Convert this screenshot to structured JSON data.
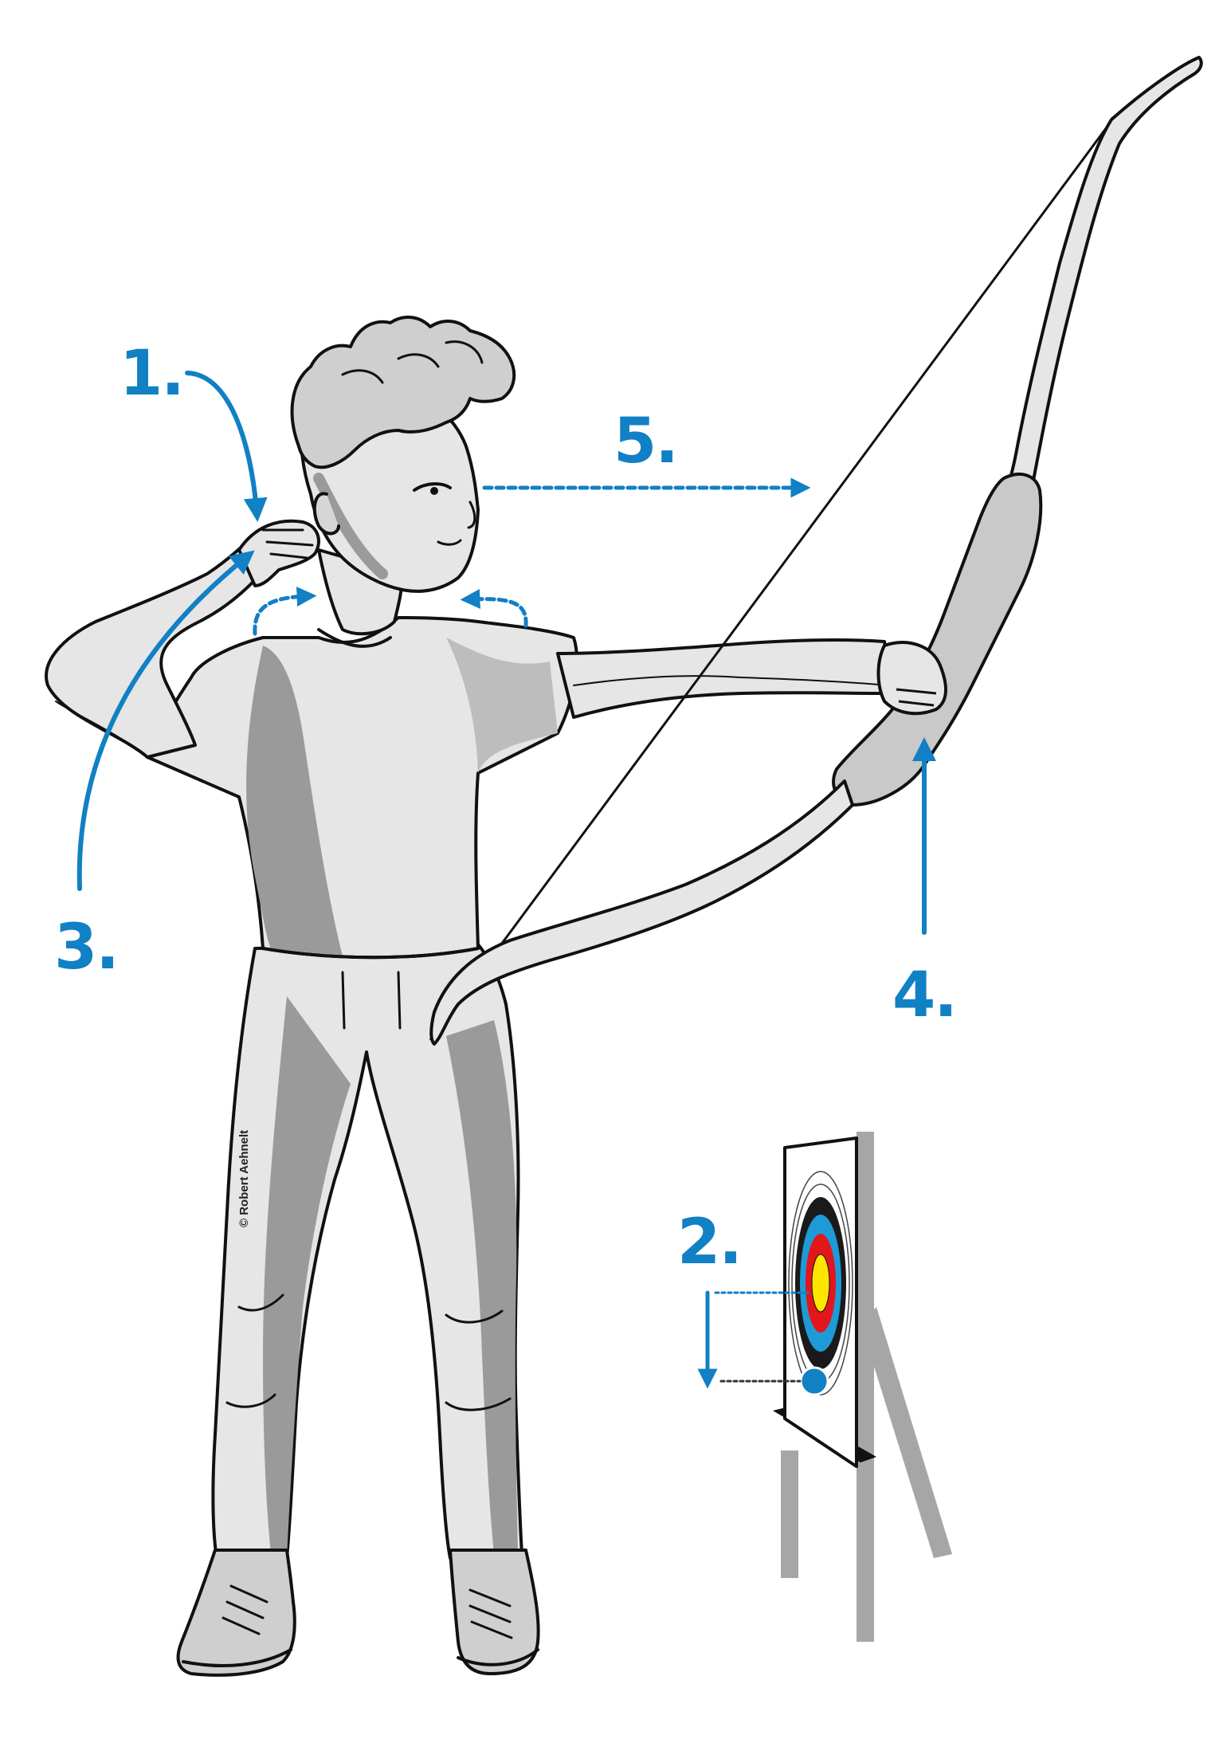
{
  "steps": {
    "step1": "1.",
    "step2": "2.",
    "step3": "3.",
    "step4": "4.",
    "step5": "5."
  },
  "credit": "© Robert Aehnelt",
  "colors": {
    "accent_blue": "#1180c4",
    "outline": "#111111",
    "light_grey": "#e6e6e6",
    "mid_grey": "#bdbdbd",
    "dark_grey": "#8f8f8f",
    "target_black": "#1a1a1a",
    "target_blue": "#1e9ad6",
    "target_red": "#e3161c",
    "target_yellow": "#ffe600"
  }
}
